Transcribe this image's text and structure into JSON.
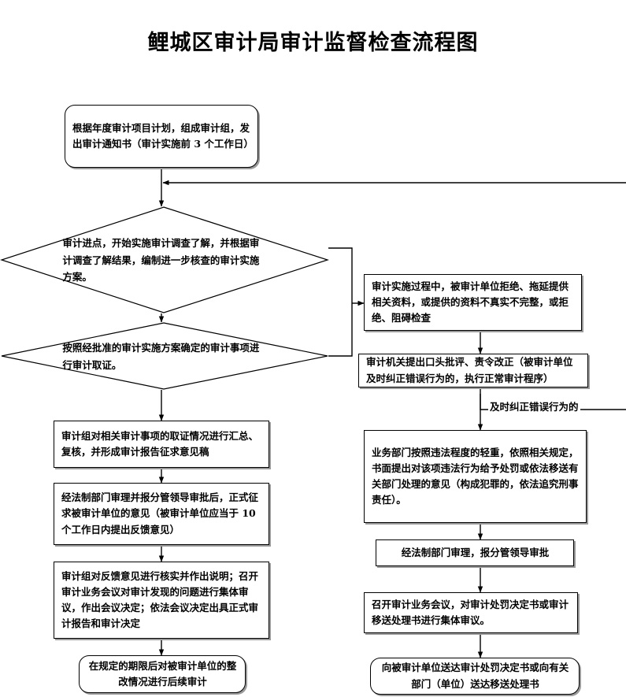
{
  "page": {
    "title": "鲤城区审计局审计监督检查流程图"
  },
  "flow": {
    "left_column": [
      {
        "id": "start",
        "shape": "rounded-rect",
        "text": "根据年度审计项目计划，组成审计组，发出审计通知书（审计实施前 3 个工作日）"
      },
      {
        "id": "survey",
        "shape": "diamond",
        "text": "审计进点，开始实施审计调查了解，并根据审计调查了解结果，编制进一步核查的审计实施方案。"
      },
      {
        "id": "evidence",
        "shape": "diamond",
        "text": "按照经批准的审计实施方案确定的审计事项进行审计取证。"
      },
      {
        "id": "summary",
        "shape": "rect",
        "text": "审计组对相关审计事项的取证情况进行汇总、复核，并形成审计报告征求意见稿"
      },
      {
        "id": "solicit",
        "shape": "rect",
        "text": "经法制部门审理并报分管领导审批后，正式征求被审计单位的意见（被审计单位应当于 10 个工作日内提出反馈意见）"
      },
      {
        "id": "verify",
        "shape": "rect",
        "text": "审计组对反馈意见进行核实并作出说明；召开审计业务会议对审计发现的问题进行集体审议，作出会议决定；依法会议决定出具正式审计报告和审计决定"
      },
      {
        "id": "followup",
        "shape": "rounded-rect",
        "text": "在规定的期限后对被审计单位的整改情况进行后续审计"
      }
    ],
    "right_column": [
      {
        "id": "obstruct",
        "shape": "rect",
        "text": "审计实施过程中，被审计单位拒绝、拖延提供相关资料，或提供的资料不真实不完整，或拒绝、阻碍检查"
      },
      {
        "id": "oral-criticism",
        "shape": "rect",
        "text": "审计机关提出口头批评、责令改正（被审计单位及时纠正错误行为的，执行正常审计程序）"
      },
      {
        "id": "penalty-opinion",
        "shape": "rect",
        "text": "业务部门按照违法程度的轻重，依照相关规定，书面提出对该项违法行为给予处罚或依法移送有关部门处理的意见（构成犯罪的，依法追究刑事责任）。"
      },
      {
        "id": "legal-review",
        "shape": "rect",
        "text": "经法制部门审理，报分管领导审批"
      },
      {
        "id": "business-meeting",
        "shape": "rect",
        "text": "召开审计业务会议，对审计处罚决定书或审计移送处理书进行集体审议。"
      },
      {
        "id": "deliver",
        "shape": "rounded-rect",
        "text": "向被审计单位送达审计处罚决定书或向有关部门（单位）送达移送处理书"
      }
    ],
    "edge_labels": [
      {
        "id": "corrected-in-time",
        "text": "及时纠正错误行为的"
      }
    ]
  },
  "colors": {
    "line": "#000000",
    "shadow": "#9a9a9a",
    "background": "#ffffff",
    "text": "#000000"
  }
}
